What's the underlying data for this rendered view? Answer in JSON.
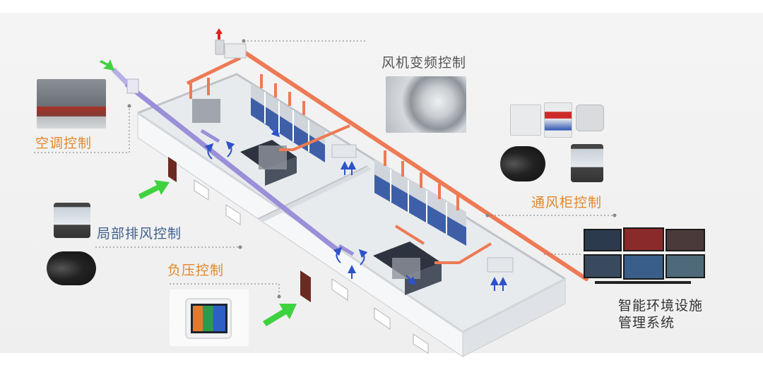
{
  "labels": {
    "ac_control": "空调控制",
    "fan_vfd_control": "风机变频控制",
    "fume_hood_control": "通风柜控制",
    "local_exhaust_control": "局部排风控制",
    "negative_pressure_control": "负压控制",
    "smart_env_line1": "智能环境设施",
    "smart_env_line2": "管理系统"
  },
  "colors": {
    "label_orange": "#e2882a",
    "label_gray": "#555555",
    "label_blue": "#3f5f8e",
    "label_dark": "#333333",
    "exhaust_duct": "#ee7a55",
    "supply_duct": "#9a8fd8",
    "fresh_air_arrow": "#3fd23f",
    "exhaust_arrow": "#e02020",
    "airflow_arrow": "#2e52c8",
    "door": "#6b2a22"
  },
  "icons": {
    "cooling_tower": "cooling-tower-photo",
    "fan_photo": "centrifugal-fan-photo",
    "controller_panel": "controller-panel-photo",
    "exhaust_hood": "exhaust-hood-photo",
    "touch_screen": "touch-screen-photo",
    "monitor_wall": "monitor-wall-photo"
  }
}
